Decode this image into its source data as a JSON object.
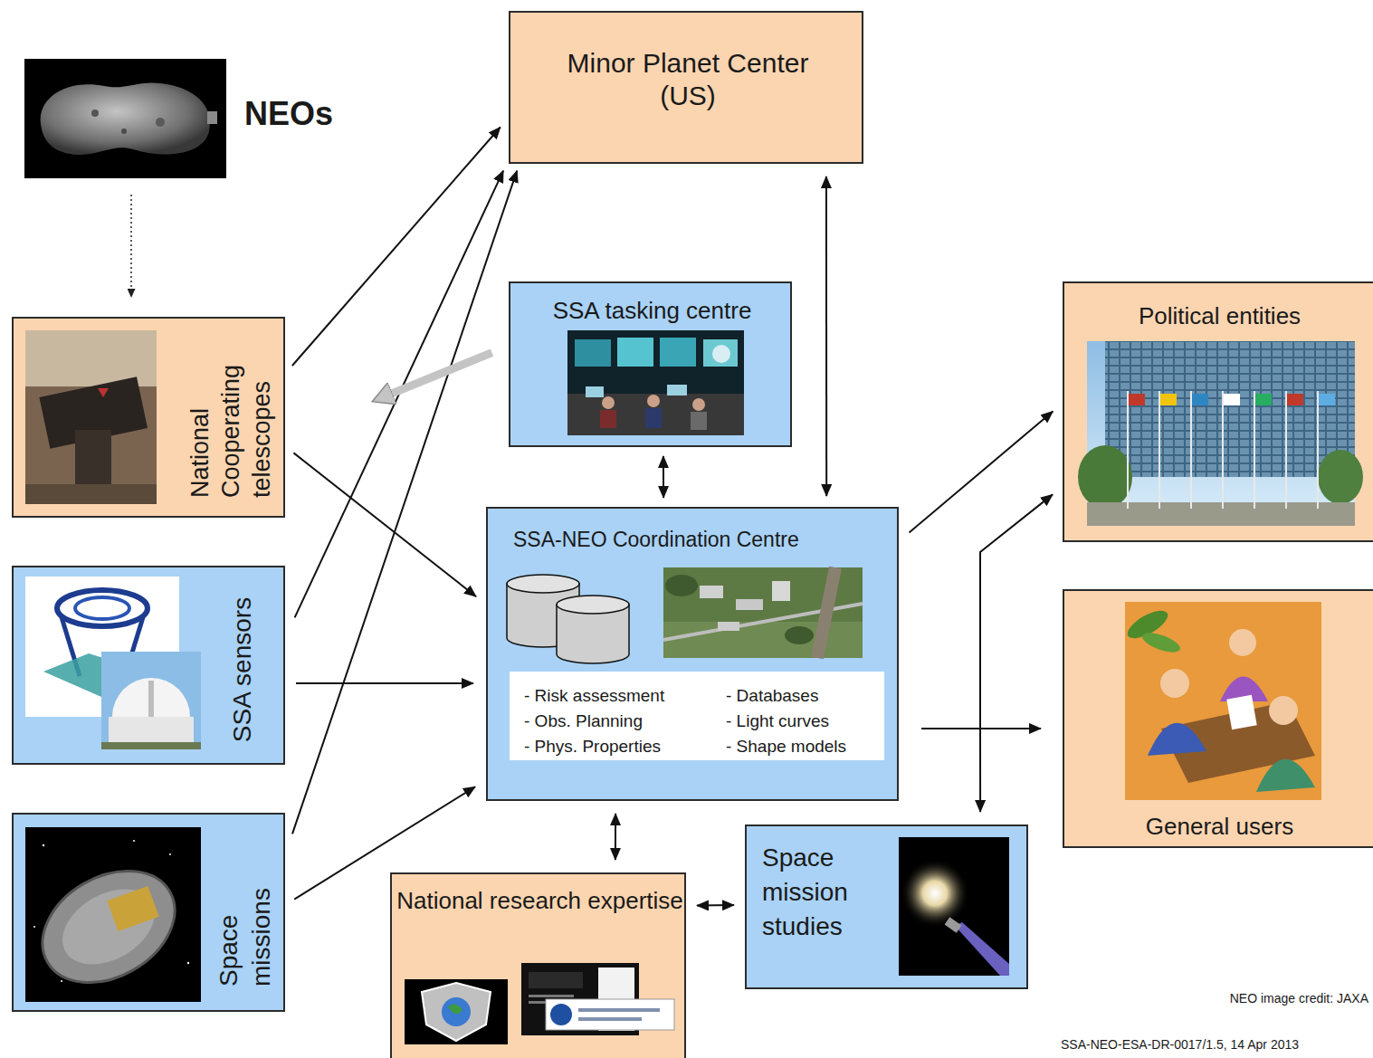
{
  "diagram": {
    "nodes": [
      {
        "text": [
          "Minor Planet Center (US)"
        ]
      },
      {
        "text": [
          "NEOs"
        ]
      },
      {
        "text": [
          "SSA tasking centre"
        ]
      },
      {
        "text": [
          "Political entities"
        ]
      },
      {
        "text": [
          "National Cooperating telescopes"
        ]
      },
      {
        "text": [
          "SSA-NEO Coordination Centre",
          "- Risk assessment",
          "- Obs. Planning",
          "- Phys. Properties",
          "- Databases",
          "- Light curves",
          "- Shape models"
        ]
      },
      {
        "text": [
          "SSA sensors"
        ]
      },
      {
        "text": [
          "General users"
        ]
      },
      {
        "text": [
          "Space missions"
        ]
      },
      {
        "text": [
          "Space mission studies"
        ]
      },
      {
        "text": [
          "National research expertise"
        ]
      }
    ],
    "edges": [
      {
        "from": 1,
        "to": 4,
        "arrow": "to"
      },
      {
        "from": 4,
        "to": 0,
        "arrow": "to"
      },
      {
        "from": 6,
        "to": 0,
        "arrow": "to"
      },
      {
        "from": 8,
        "to": 0,
        "arrow": "to"
      },
      {
        "from": 4,
        "to": 5,
        "arrow": "to"
      },
      {
        "from": 6,
        "to": 5,
        "arrow": "to"
      },
      {
        "from": 8,
        "to": 5,
        "arrow": "to"
      },
      {
        "from": 2,
        "to": 4,
        "arrow": "to"
      },
      {
        "from": 2,
        "to": 5,
        "arrow": "both"
      },
      {
        "from": 0,
        "to": 5,
        "arrow": "both"
      },
      {
        "from": 5,
        "to": 3,
        "arrow": "to"
      },
      {
        "from": 5,
        "to": 3,
        "arrow": "to"
      },
      {
        "from": 5,
        "to": 7,
        "arrow": "to"
      },
      {
        "from": 5,
        "to": 9,
        "arrow": "to"
      },
      {
        "from": 5,
        "to": 10,
        "arrow": "both"
      },
      {
        "from": 10,
        "to": 9,
        "arrow": "both"
      }
    ],
    "labels": [
      "NEO image credit: JAXA",
      "SSA-NEO-ESA-DR-0017/1.5, 14 Apr 2013"
    ]
  }
}
